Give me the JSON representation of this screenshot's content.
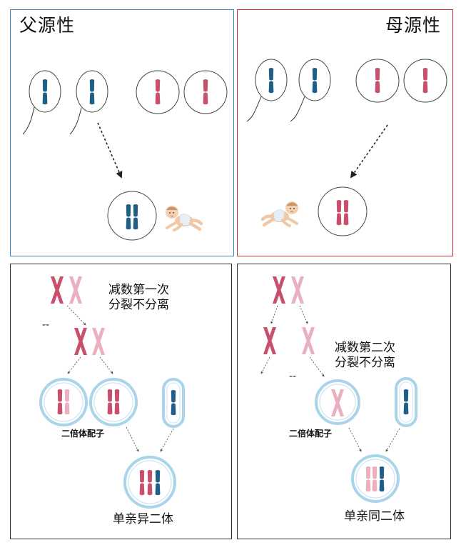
{
  "top_left": {
    "title": "父源性"
  },
  "top_right": {
    "title": "母源性"
  },
  "bottom_left": {
    "nondisjunction_label": "减数第一次\n分裂不分离",
    "gamete_label": "二倍体配子",
    "result_label": "单亲异二体",
    "dash_mark": "--"
  },
  "bottom_right": {
    "nondisjunction_label": "减数第二次\n分裂不分离",
    "gamete_label": "二倍体配子",
    "result_label": "单亲同二体",
    "dash_mark": "--"
  },
  "icons": [
    "sperm-cell-icon",
    "egg-cell-icon",
    "chromosome-icon",
    "baby-icon",
    "arrow-icon"
  ],
  "colors": {
    "paternal_border": "#3a87c8",
    "maternal_border": "#d42a3c",
    "paternal_chromosome": "#1f5f87",
    "maternal_chromosome": "#c9506d",
    "light_chromosome": "#eab0c0",
    "gamete_membrane": "#a9d4ea"
  }
}
